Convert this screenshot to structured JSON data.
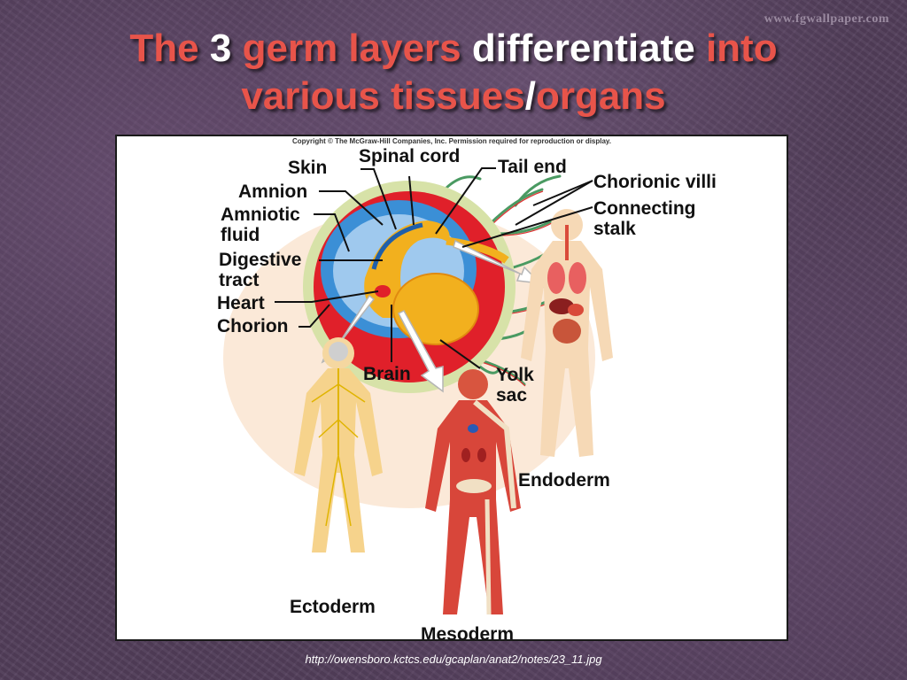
{
  "watermark": "www.fgwallpaper.com",
  "title": {
    "w1": "The",
    "w2": "3",
    "w3": "germ layers",
    "w4": "differentiate",
    "w5": "into",
    "w6": "various tissues",
    "w7": "/",
    "w8": "organs"
  },
  "diagram": {
    "copyright": "Copyright © The McGraw-Hill Companies, Inc. Permission required for reproduction or display.",
    "labels": {
      "skin": "Skin",
      "spinal_cord": "Spinal cord",
      "tail_end": "Tail end",
      "amnion": "Amnion",
      "amniotic": "Amniotic",
      "fluid": "fluid",
      "chorionic_villi": "Chorionic villi",
      "connecting": "Connecting",
      "stalk": "stalk",
      "digestive": "Digestive",
      "tract": "tract",
      "heart": "Heart",
      "chorion": "Chorion",
      "brain": "Brain",
      "yolk": "Yolk",
      "sac": "sac",
      "endoderm": "Endoderm",
      "ectoderm": "Ectoderm",
      "mesoderm": "Mesoderm"
    },
    "colors": {
      "ectoderm": "#3b8fd6",
      "mesoderm": "#e0202a",
      "endoderm": "#f2b01e",
      "skin_tone": "#f6d9b6"
    }
  },
  "source_url": "http://owensboro.kctcs.edu/gcaplan/anat2/notes/23_11.jpg"
}
